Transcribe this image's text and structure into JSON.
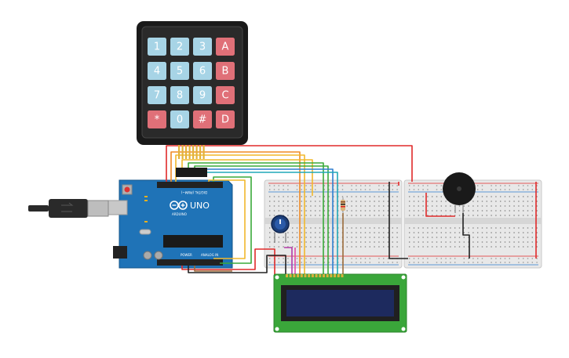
{
  "keypad": {
    "keys": [
      [
        "1",
        "2",
        "3",
        "A"
      ],
      [
        "4",
        "5",
        "6",
        "B"
      ],
      [
        "7",
        "8",
        "9",
        "C"
      ],
      [
        "*",
        "0",
        "#",
        "D"
      ]
    ]
  },
  "arduino": {
    "model": "UNO",
    "brand": "ARDUINO",
    "header_digital": "DIGITAL (PWM~)",
    "header_power": "POWER",
    "header_analog": "ANALOG IN"
  },
  "colors": {
    "key_blue": "#a7d4e6",
    "key_red": "#e07078",
    "board": "#1f73b7",
    "breadboard": "#e6e6e6",
    "lcd_pcb": "#3aa63a",
    "lcd_screen": "#1d2a5e",
    "wire_red": "#e02a2a",
    "wire_yellow": "#f2b82c",
    "wire_orange": "#f08a24",
    "wire_green": "#3aaa3a",
    "wire_blue": "#2f7fd0",
    "wire_teal": "#20a8b8",
    "wire_purple": "#b23aa8",
    "wire_black": "#222222",
    "wire_brown": "#9a6a3a"
  },
  "icons": {
    "buzzer": "buzzer-icon",
    "potentiometer": "potentiometer-icon",
    "usb_cable": "usb-cable-icon",
    "resistor": "resistor-icon"
  }
}
